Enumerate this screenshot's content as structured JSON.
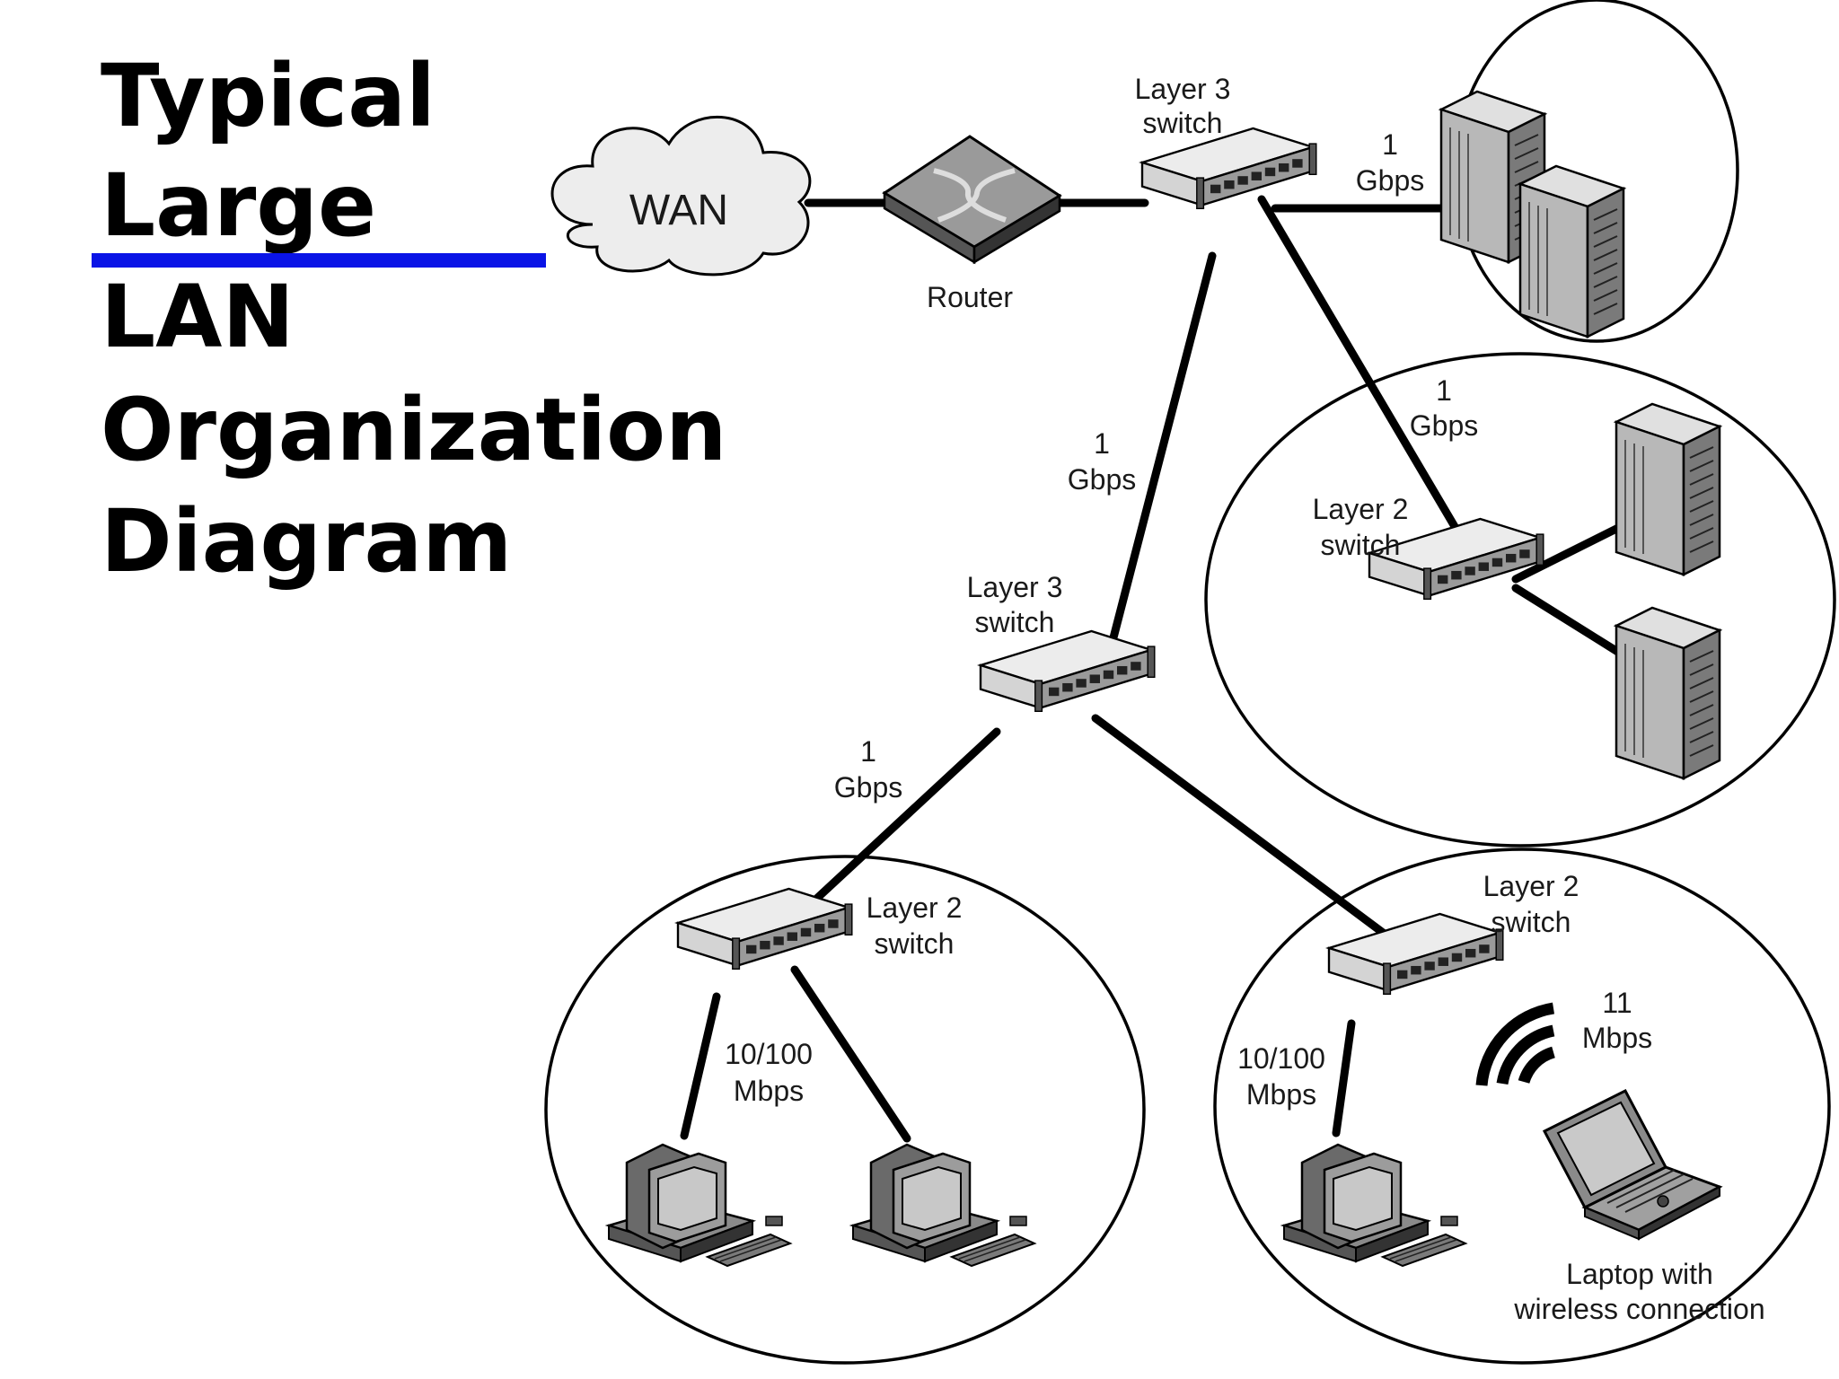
{
  "title": {
    "lines": [
      "Typical",
      "Large",
      "LAN",
      "Organization",
      "Diagram"
    ]
  },
  "accent_color": "#0a14e6",
  "nodes": {
    "wan": {
      "label": "WAN"
    },
    "router": {
      "label": "Router"
    },
    "core_switch": {
      "label_l1": "Layer 3",
      "label_l2": "switch"
    },
    "dist_switch": {
      "label_l1": "Layer 3",
      "label_l2": "switch"
    },
    "server_switch": {
      "label_l1": "Layer 2",
      "label_l2": "switch"
    },
    "left_switch": {
      "label_l1": "Layer 2",
      "label_l2": "switch"
    },
    "right_switch": {
      "label_l1": "Layer 2",
      "label_l2": "switch"
    },
    "laptop": {
      "label_l1": "Laptop with",
      "label_l2": "wireless connection"
    }
  },
  "links": {
    "core_to_servers": {
      "l1": "1",
      "l2": "Gbps"
    },
    "core_to_server_switch": {
      "l1": "1",
      "l2": "Gbps"
    },
    "core_to_dist": {
      "l1": "1",
      "l2": "Gbps"
    },
    "dist_to_left": {
      "l1": "1",
      "l2": "Gbps"
    },
    "left_to_pcs": {
      "l1": "10/100",
      "l2": "Mbps"
    },
    "right_to_pc": {
      "l1": "10/100",
      "l2": "Mbps"
    },
    "wireless": {
      "l1": "11",
      "l2": "Mbps"
    }
  }
}
